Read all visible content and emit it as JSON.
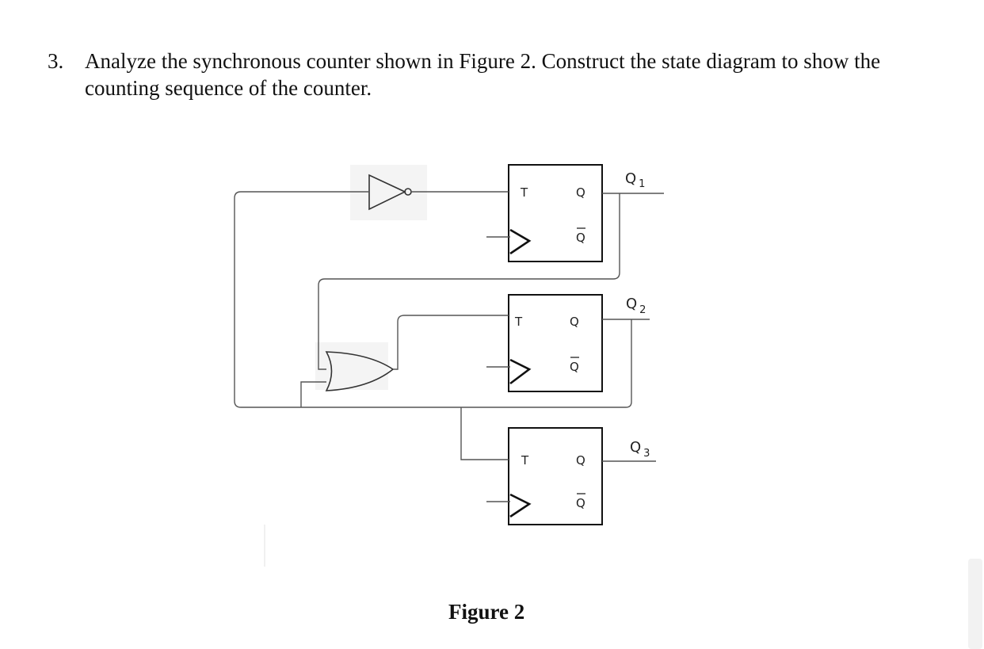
{
  "question": {
    "number": "3.",
    "text": "Analyze the synchronous counter shown in Figure 2. Construct the state diagram to show the counting sequence of the counter."
  },
  "figure": {
    "caption": "Figure 2",
    "flip_flops": [
      {
        "input_label": "T",
        "q_label": "Q",
        "qbar_label": "Q",
        "output_label": "Q",
        "output_index": "1"
      },
      {
        "input_label": "T",
        "q_label": "Q",
        "qbar_label": "Q",
        "output_label": "Q",
        "output_index": "2"
      },
      {
        "input_label": "T",
        "q_label": "Q",
        "qbar_label": "Q",
        "output_label": "Q",
        "output_index": "3"
      }
    ]
  }
}
